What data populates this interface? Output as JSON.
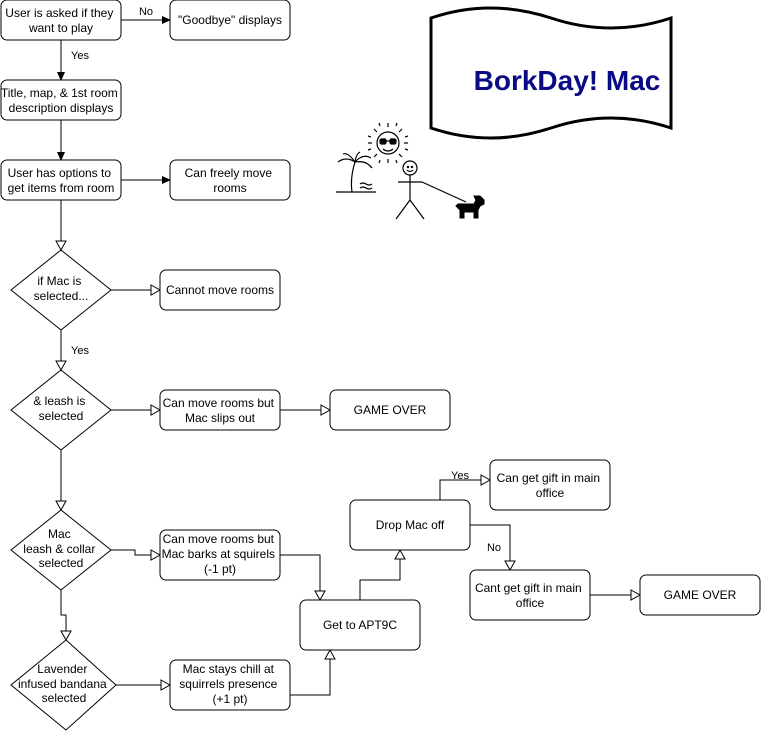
{
  "diagram": {
    "banner": "BorkDay! Mac",
    "nodes": {
      "ask_play": [
        "User is asked if they",
        "want to play"
      ],
      "goodbye": [
        "\"Goodbye\" displays"
      ],
      "title_map": [
        "Title, map, & 1st room",
        "description displays"
      ],
      "options": [
        "User has options to",
        "get items from room"
      ],
      "free_move": [
        "Can freely move",
        "rooms"
      ],
      "if_mac": [
        "if Mac is",
        "selected..."
      ],
      "cannot_move": [
        "Cannot move rooms"
      ],
      "leash": [
        "& leash is",
        "selected"
      ],
      "slips_out": [
        "Can move rooms but",
        "Mac slips out"
      ],
      "game_over_1": [
        "GAME OVER"
      ],
      "collar": [
        "Mac",
        "leash & collar",
        "selected"
      ],
      "barks": [
        "Can move rooms but",
        "Mac barks at squirels",
        "(-1 pt)"
      ],
      "bandana": [
        "Lavender",
        "infused bandana",
        "selected"
      ],
      "chill": [
        "Mac stays chill at",
        "squirrels presence",
        "(+1 pt)"
      ],
      "apt9c": [
        "Get to APT9C"
      ],
      "drop_mac": [
        "Drop Mac off"
      ],
      "can_gift": [
        "Can get gift in main",
        "office"
      ],
      "cant_gift": [
        "Cant get gift in main",
        "office"
      ],
      "game_over_2": [
        "GAME OVER"
      ]
    },
    "edge_labels": {
      "no_1": "No",
      "yes_1": "Yes",
      "yes_2": "Yes",
      "yes_3": "Yes",
      "no_2": "No"
    }
  }
}
